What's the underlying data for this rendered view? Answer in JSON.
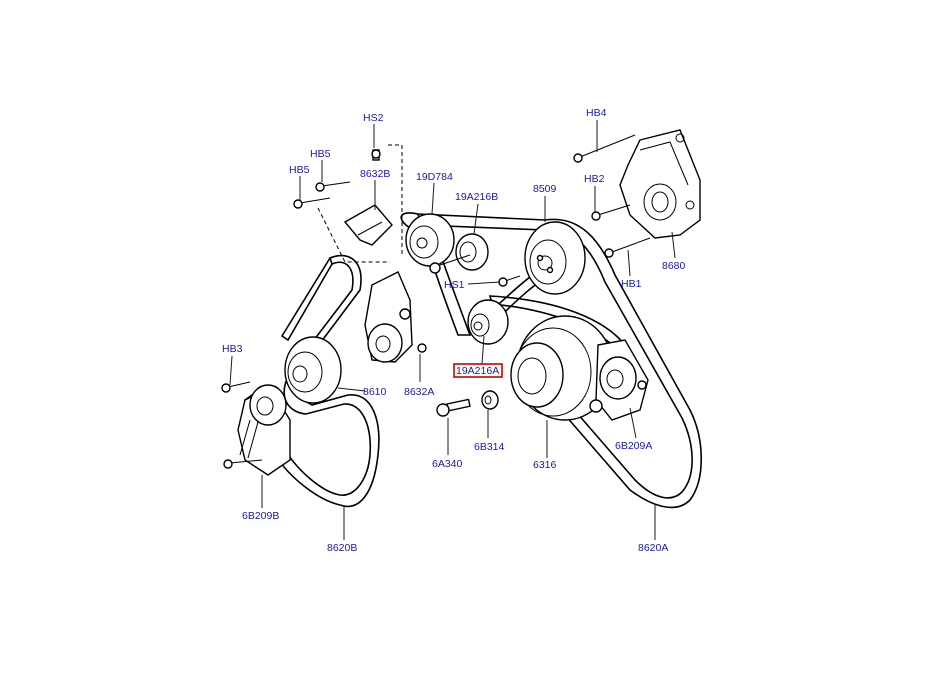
{
  "colors": {
    "label": "#1a1aa0",
    "line": "#000000",
    "highlight": "#cc0000"
  },
  "highlighted": "19A216A",
  "labels": {
    "hs2": "HS2",
    "hb5a": "HB5",
    "hb5b": "HB5",
    "b8632b": "8632B",
    "b19d784": "19D784",
    "b19a216b": "19A216B",
    "b8509": "8509",
    "hb4": "HB4",
    "hb2": "HB2",
    "b8680": "8680",
    "hb1": "HB1",
    "hs1": "HS1",
    "hb3": "HB3",
    "b8610": "8610",
    "b8632a": "8632A",
    "b19a216a": "19A216A",
    "b6b209a": "6B209A",
    "b6a340": "6A340",
    "b6b314": "6B314",
    "b6316": "6316",
    "b6b209b": "6B209B",
    "b8620b": "8620B",
    "b8620a": "8620A"
  }
}
